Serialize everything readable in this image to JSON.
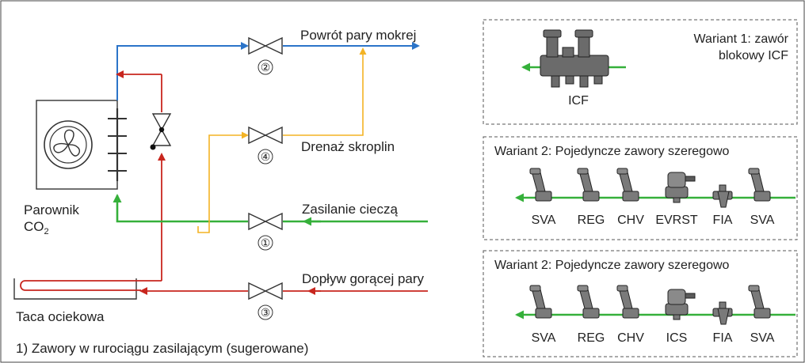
{
  "colors": {
    "vapor": "#2b74c9",
    "hot_gas": "#c8261e",
    "liquid": "#35b03a",
    "drain": "#f3b324",
    "outline": "#333333"
  },
  "main": {
    "evaporator_line1": "Parownik",
    "evaporator_line2": "CO",
    "evaporator_sub": "2",
    "wet_vapor_return": "Powrót pary mokrej",
    "condensate_drain": "Drenaż skroplin",
    "liquid_supply": "Zasilanie cieczą",
    "hot_gas_inflow": "Dopływ gorącej pary",
    "drip_tray": "Taca ociekowa",
    "footnote": "1) Zawory w rurociągu zasilającym (sugerowane)",
    "valve_numbers": [
      "②",
      "④",
      "①",
      "③"
    ]
  },
  "variant1": {
    "title_line1": "Wariant 1: zawór",
    "title_line2": "blokowy ICF",
    "valve_label": "ICF"
  },
  "variant2a": {
    "title": "Wariant 2: Pojedyncze zawory szeregowo",
    "labels": [
      "SVA",
      "REG",
      "CHV",
      "EVRST",
      "FIA",
      "SVA"
    ]
  },
  "variant2b": {
    "title": "Wariant 2: Pojedyncze zawory szeregowo",
    "labels": [
      "SVA",
      "REG",
      "CHV",
      "ICS",
      "FIA",
      "SVA"
    ]
  }
}
